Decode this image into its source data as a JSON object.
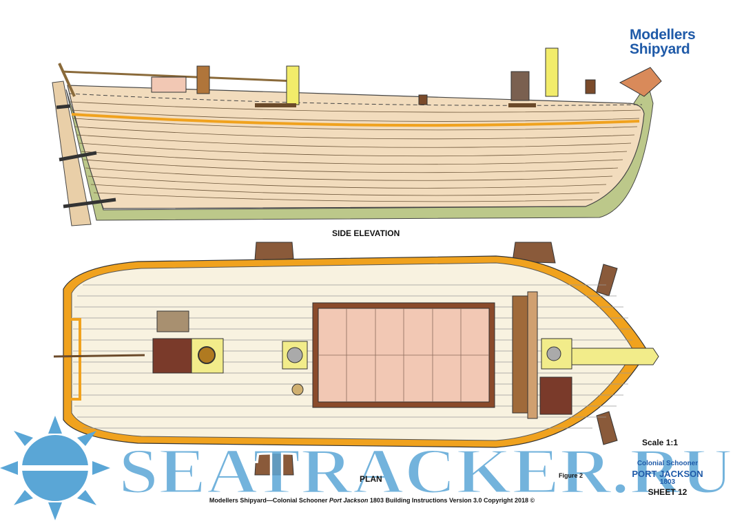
{
  "logo": {
    "line1": "Modellers",
    "line2": "Shipyard",
    "color": "#1f5aa8"
  },
  "captions": {
    "side": "SIDE ELEVATION",
    "plan": "PLAN",
    "figure": "Figure 2"
  },
  "title_block": {
    "scale": "Scale 1:1",
    "vessel_type": "Colonial Schooner",
    "vessel_name": "PORT JACKSON",
    "year": "1803",
    "sheet": "SHEET 12"
  },
  "footer": {
    "before": "Modellers Shipyard—Colonial Schooner ",
    "italic": "Port Jackson",
    "after": " 1803 Building Instructions Version 3.0 Copyright 2018 ©"
  },
  "watermark": {
    "text": "SEATRACKER.RU",
    "color": "#5aa6d6"
  },
  "colors": {
    "hull": "#f2dcbd",
    "keel": "#bcc88a",
    "deck": "#f8f2e0",
    "rail": "#f0a21e",
    "hatch": "#f2c8b4",
    "timber": "#8a4a2a"
  }
}
